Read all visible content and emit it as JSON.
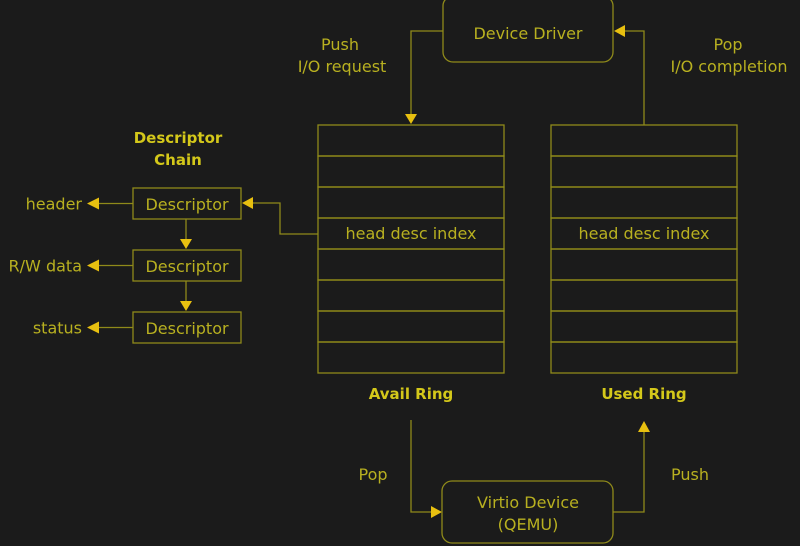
{
  "nodes": {
    "device_driver": "Device Driver",
    "virtio_device_line1": "Virtio Device",
    "virtio_device_line2": "(QEMU)"
  },
  "edges": {
    "push_request_line1": "Push",
    "push_request_line2": "I/O request",
    "pop_completion_line1": "Pop",
    "pop_completion_line2": "I/O completion",
    "pop_label": "Pop",
    "push_label": "Push"
  },
  "descriptor_chain": {
    "title_line1": "Descriptor",
    "title_line2": "Chain",
    "descriptors": [
      {
        "label": "Descriptor",
        "target": "header"
      },
      {
        "label": "Descriptor",
        "target": "R/W data"
      },
      {
        "label": "Descriptor",
        "target": "status"
      }
    ]
  },
  "rings": [
    {
      "title": "Avail Ring",
      "entry_label": "head desc index",
      "slots": 8,
      "entry_slot": 4
    },
    {
      "title": "Used Ring",
      "entry_label": "head desc index",
      "slots": 8,
      "entry_slot": 4
    }
  ]
}
